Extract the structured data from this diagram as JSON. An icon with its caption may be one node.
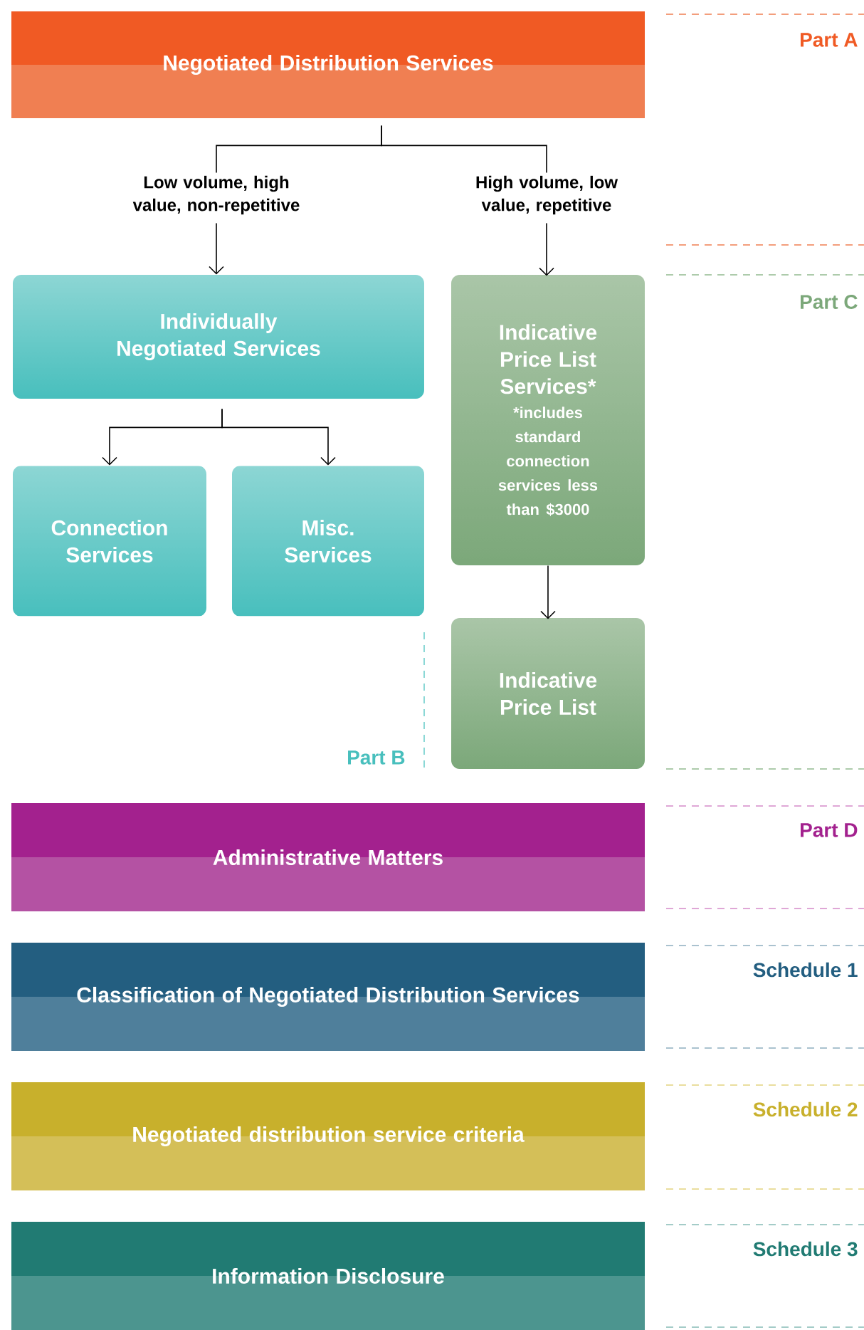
{
  "diagram": {
    "nodes": [
      {
        "text": [
          "Negotiated Distribution Services"
        ]
      },
      {
        "text": [
          "Low volume, high value, non-repetitive"
        ]
      },
      {
        "text": [
          "High volume, low value, repetitive"
        ]
      },
      {
        "text": [
          "Individually Negotiated Services"
        ]
      },
      {
        "text": [
          "Indicative Price List Services*",
          "*includes standard connection services less than $3000"
        ]
      },
      {
        "text": [
          "Connection Services"
        ]
      },
      {
        "text": [
          "Misc. Services"
        ]
      },
      {
        "text": [
          "Indicative Price List"
        ]
      },
      {
        "text": [
          "Administrative Matters"
        ]
      },
      {
        "text": [
          "Classification of Negotiated Distribution Services"
        ]
      },
      {
        "text": [
          "Negotiated distribution service criteria"
        ]
      },
      {
        "text": [
          "Information Disclosure"
        ]
      }
    ],
    "edges": [
      {
        "from": 0,
        "to": 1,
        "arrow": "none"
      },
      {
        "from": 0,
        "to": 2,
        "arrow": "none"
      },
      {
        "from": 1,
        "to": 3,
        "arrow": "to"
      },
      {
        "from": 2,
        "to": 4,
        "arrow": "to"
      },
      {
        "from": 3,
        "to": 5,
        "arrow": "to"
      },
      {
        "from": 3,
        "to": 6,
        "arrow": "to"
      },
      {
        "from": 4,
        "to": 7,
        "arrow": "to"
      }
    ],
    "labels": [
      "Part A",
      "Part C",
      "Part B",
      "Part D",
      "Schedule 1",
      "Schedule 2",
      "Schedule 3"
    ]
  }
}
